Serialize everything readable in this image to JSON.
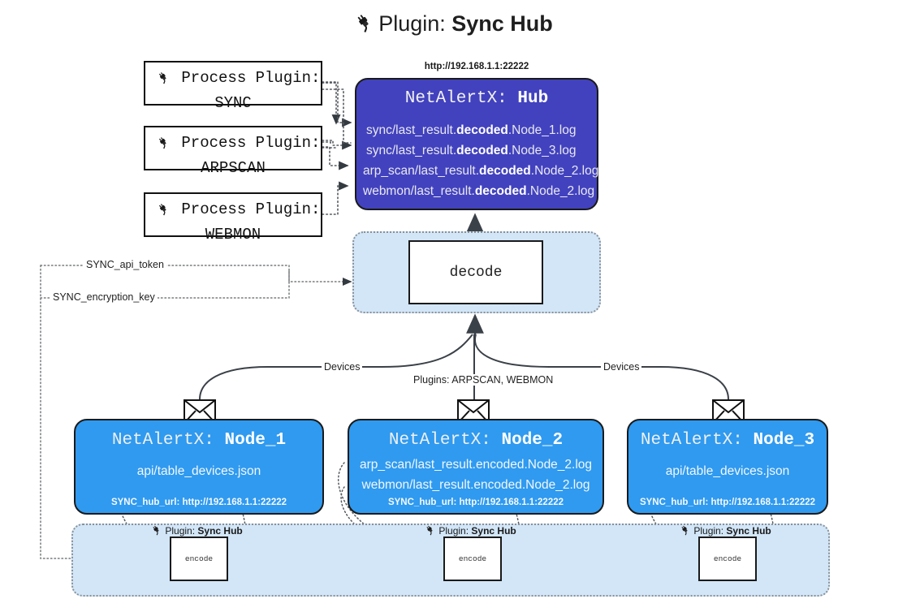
{
  "title": {
    "icon": "plug-icon",
    "label": "Plugin:",
    "name": "Sync Hub"
  },
  "process_plugins": [
    {
      "icon": "plug-icon",
      "label": "Process Plugin:",
      "name": "SYNC"
    },
    {
      "icon": "plug-icon",
      "label": "Process Plugin:",
      "name": "ARPSCAN"
    },
    {
      "icon": "plug-icon",
      "label": "Process Plugin:",
      "name": "WEBMON"
    }
  ],
  "hub": {
    "url": "http://192.168.1.1:22222",
    "title_prefix": "NetAlertX:",
    "title_name": "Hub",
    "logs": [
      {
        "pre": "sync/last_result.",
        "bold": "decoded",
        "post": ".Node_1.log"
      },
      {
        "pre": "sync/last_result.",
        "bold": "decoded",
        "post": ".Node_3.log"
      },
      {
        "pre": "arp_scan/last_result.",
        "bold": "decoded",
        "post": ".Node_2.log"
      },
      {
        "pre": "webmon/last_result.",
        "bold": "decoded",
        "post": ".Node_2.log"
      }
    ]
  },
  "decode": {
    "label": "decode"
  },
  "secrets": {
    "api_token": "SYNC_api_token",
    "encryption_key": "SYNC_encryption_key"
  },
  "edge_labels": {
    "devices_left": "Devices",
    "devices_right": "Devices",
    "plugins": "Plugins: ARPSCAN, WEBMON"
  },
  "nodes": [
    {
      "title_prefix": "NetAlertX:",
      "title_name": "Node_1",
      "lines": [
        "api/table_devices.json"
      ],
      "hub_url_label": "SYNC_hub_url:",
      "hub_url": "http://192.168.1.1:22222",
      "envelope_icon": "envelope-icon"
    },
    {
      "title_prefix": "NetAlertX:",
      "title_name": "Node_2",
      "lines": [
        "arp_scan/last_result.encoded.Node_2.log",
        "webmon/last_result.encoded.Node_2.log"
      ],
      "hub_url_label": "SYNC_hub_url:",
      "hub_url": "http://192.168.1.1:22222",
      "envelope_icon": "envelope-icon"
    },
    {
      "title_prefix": "NetAlertX:",
      "title_name": "Node_3",
      "lines": [
        "api/table_devices.json"
      ],
      "hub_url_label": "SYNC_hub_url:",
      "hub_url": "http://192.168.1.1:22222",
      "envelope_icon": "envelope-icon"
    }
  ],
  "encoders": [
    {
      "plugin_icon": "plug-icon",
      "plugin_label": "Plugin:",
      "plugin_name": "Sync Hub",
      "box_label": "encode"
    },
    {
      "plugin_icon": "plug-icon",
      "plugin_label": "Plugin:",
      "plugin_name": "Sync Hub",
      "box_label": "encode"
    },
    {
      "plugin_icon": "plug-icon",
      "plugin_label": "Plugin:",
      "plugin_name": "Sync Hub",
      "box_label": "encode"
    }
  ],
  "colors": {
    "hub_fill": "#4242bf",
    "node_fill": "#2f9af0",
    "group_fill": "#d2e6f8",
    "stroke": "#1a1a1a",
    "background": "#ffffff"
  }
}
